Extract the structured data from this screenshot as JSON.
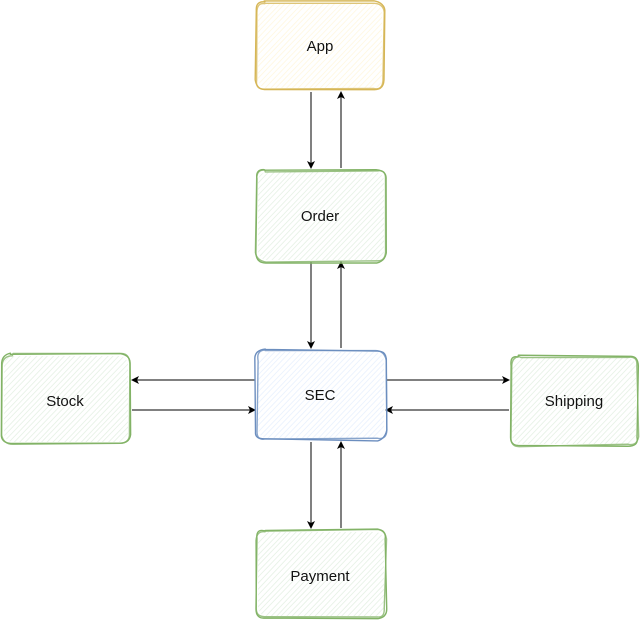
{
  "nodes": {
    "app": {
      "label": "App",
      "stroke": "#d6b656",
      "fill": "#fff2cc"
    },
    "order": {
      "label": "Order",
      "stroke": "#82b366",
      "fill": "#d5e8d4"
    },
    "sec": {
      "label": "SEC",
      "stroke": "#6c8ebf",
      "fill": "#dae8fc"
    },
    "stock": {
      "label": "Stock",
      "stroke": "#82b366",
      "fill": "#d5e8d4"
    },
    "shipping": {
      "label": "Shipping",
      "stroke": "#82b366",
      "fill": "#d5e8d4"
    },
    "payment": {
      "label": "Payment",
      "stroke": "#82b366",
      "fill": "#d5e8d4"
    }
  },
  "edges": [
    {
      "from": "app",
      "to": "order"
    },
    {
      "from": "order",
      "to": "app"
    },
    {
      "from": "order",
      "to": "sec"
    },
    {
      "from": "sec",
      "to": "order"
    },
    {
      "from": "sec",
      "to": "stock"
    },
    {
      "from": "stock",
      "to": "sec"
    },
    {
      "from": "sec",
      "to": "shipping"
    },
    {
      "from": "shipping",
      "to": "sec"
    },
    {
      "from": "sec",
      "to": "payment"
    },
    {
      "from": "payment",
      "to": "sec"
    }
  ]
}
